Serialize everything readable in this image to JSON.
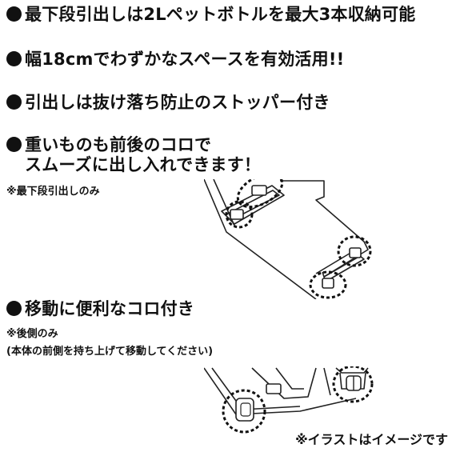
{
  "features": [
    "最下段引出しは2Lペットボトルを最大3本収納可能",
    "幅18cmでわずかなスペースを有効活用!!",
    "引出しは抜け落ち防止のストッパー付き",
    "重いものも前後のコロで",
    "スムーズに出し入れできます！"
  ],
  "note_drawer": "※最下段引出しのみ",
  "feature_casters": "移動に便利なコロ付き",
  "note_back": "※後側のみ",
  "note_lift": "(本体の前側を持ち上げて移動してください)",
  "caption": "※イラストはイメージです",
  "icons": {
    "bullet": "filled-circle-icon",
    "roller": "roller-icon",
    "caster": "caster-wheel-icon",
    "highlight": "dashed-circle-icon"
  },
  "colors": {
    "text": "#111111",
    "background": "#ffffff",
    "illustration_line": "#222222"
  }
}
